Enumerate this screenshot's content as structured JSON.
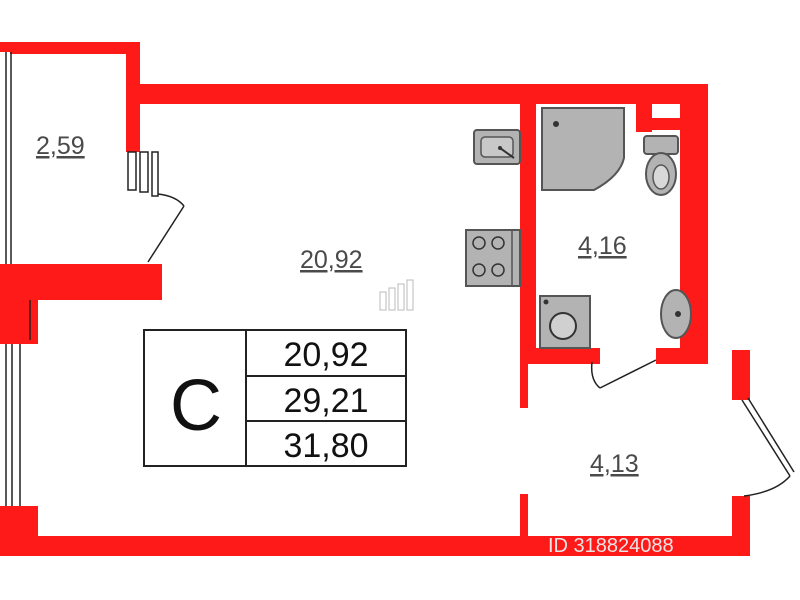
{
  "rooms": [
    {
      "id": "balcony",
      "area": "2,59"
    },
    {
      "id": "living",
      "area": "20,92"
    },
    {
      "id": "bathroom",
      "area": "4,16"
    },
    {
      "id": "hallway",
      "area": "4,13"
    }
  ],
  "summary": {
    "type_letter": "C",
    "living_area": "20,92",
    "area_total": "29,21",
    "area_with_balcony": "31,80"
  },
  "watermark": "ID 318824088",
  "colors": {
    "wall": "#ff1a1a",
    "fixture_fill": "#b3b3b3",
    "fixture_stroke": "#555555",
    "text": "#4a4a4a"
  },
  "icons": [
    "sink-icon",
    "stove-icon",
    "shower-icon",
    "toilet-icon",
    "washbasin-icon",
    "washing-machine-icon",
    "door-swing-icon",
    "window-icon"
  ]
}
